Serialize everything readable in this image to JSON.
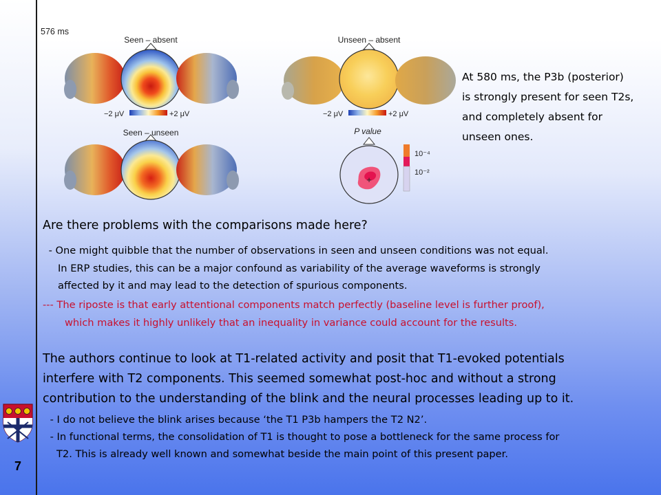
{
  "figure": {
    "time_label": "576 ms",
    "panels": {
      "seen_absent": "Seen – absent",
      "unseen_absent": "Unseen – absent",
      "seen_unseen": "Seen – unseen",
      "p_value": "P value"
    },
    "scale": {
      "min": "−2 μV",
      "max": "+2 μV"
    },
    "p_ticks": {
      "high": "10⁻⁴",
      "low": "10⁻²"
    },
    "cross": "+"
  },
  "side_note": [
    "At 580 ms, the P3b (posterior)",
    "is strongly present for seen T2s,",
    "and completely absent for",
    "unseen ones."
  ],
  "question": "Are there problems with the comparisons made here?",
  "point1": [
    " - One might quibble that the number of observations in seen and unseen conditions was not equal.",
    "In ERP studies, this can be a major confound as variability of the average waveforms is strongly",
    "affected by it and may lead to the detection of spurious components."
  ],
  "riposte": [
    "--- The riposte is that early attentional components match perfectly (baseline level is further proof),",
    "which makes it highly unlikely that an inequality in variance could account for the results."
  ],
  "authors_para": [
    "The authors continue to look at T1-related activity and posit that T1-evoked potentials",
    "interfere with T2 components. This seemed somewhat post-hoc and without a strong",
    "contribution to the understanding of the blink and the neural processes leading up to it."
  ],
  "bullets": [
    " - I do not believe the blink arises because ‘the T1 P3b hampers the T2 N2’.",
    " - In functional terms, the consolidation of T1 is thought to pose a bottleneck for the same process for",
    "T2. This is already well known and somewhat beside the main point of this present paper."
  ],
  "page_number": "7",
  "colors": {
    "text": "#000000",
    "riposte": "#c8102e",
    "sidebar_border": "#1a1a1a",
    "crest_red": "#c8102e"
  }
}
